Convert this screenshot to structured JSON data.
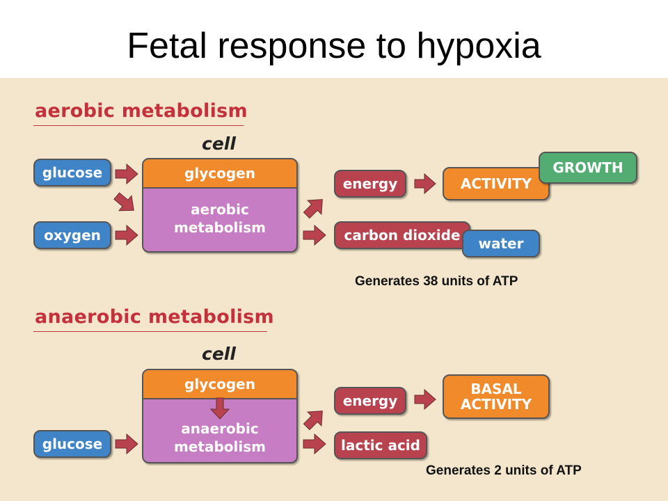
{
  "title": "Fetal response to hypoxia",
  "aerobic": {
    "heading": "aerobic metabolism",
    "cell_label": "cell",
    "inputs": [
      "glucose",
      "oxygen"
    ],
    "cell_top": "glycogen",
    "cell_body_line1": "aerobic",
    "cell_body_line2": "metabolism",
    "outputs": [
      "energy",
      "carbon dioxide"
    ],
    "activity": "ACTIVITY",
    "growth": "GROWTH",
    "water": "water",
    "caption": "Generates 38 units of ATP"
  },
  "anaerobic": {
    "heading": "anaerobic metabolism",
    "cell_label": "cell",
    "input": "glucose",
    "cell_top": "glycogen",
    "cell_body_line1": "anaerobic",
    "cell_body_line2": "metabolism",
    "outputs": [
      "energy",
      "lactic acid"
    ],
    "basal_line1": "BASAL",
    "basal_line2": "ACTIVITY",
    "caption": "Generates 2 units of ATP"
  },
  "colors": {
    "background": "#f3e6cc",
    "heading": "#c4303b",
    "input_blue": "#3f84c6",
    "product_red": "#b8434f",
    "glycogen_orange": "#f08a2a",
    "metabolism_purple": "#c77dc3",
    "growth_green": "#53ad73",
    "arrow": "#b8434f"
  }
}
